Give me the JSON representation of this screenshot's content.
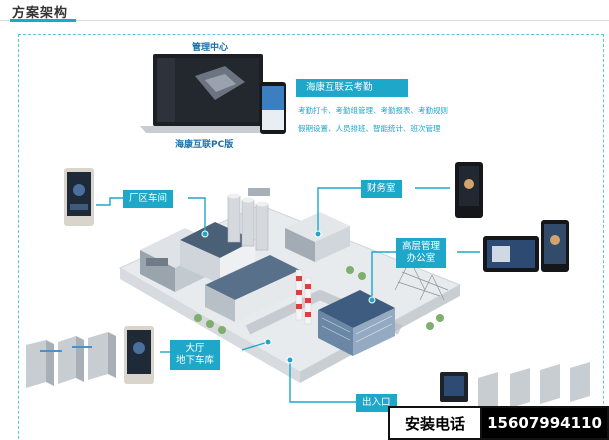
{
  "header": {
    "title": "方案架构"
  },
  "management": {
    "top_caption": "管理中心",
    "bottom_caption": "海康互联PC版"
  },
  "cloud": {
    "title": "海康互联云考勤",
    "features": [
      "考勤打卡、考勤组管理、考勤报表、考勤规则",
      "假期设置、人员排班、智能统计、班次管理"
    ]
  },
  "locations": {
    "workshop": "厂区车间",
    "finance": "财务室",
    "executive_line1": "高层管理",
    "executive_line2": "办公室",
    "lobby_line1": "大厅",
    "lobby_line2": "地下车库",
    "entrance": "出入口"
  },
  "footer": {
    "label": "安装电话",
    "phone": "15607994110"
  },
  "colors": {
    "accent": "#1ea7c9",
    "dashed_border": "#5cc7d8"
  }
}
